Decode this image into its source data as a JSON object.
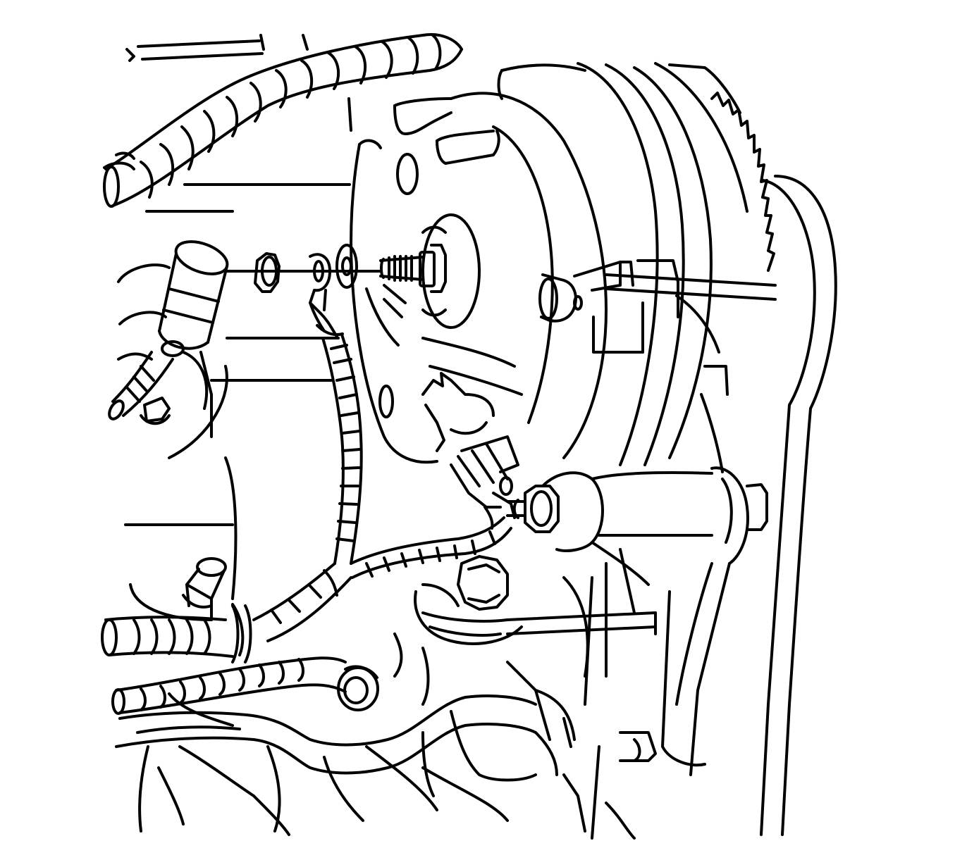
{
  "diagram": {
    "colors": {
      "line": "#000000",
      "background": "#ffffff"
    },
    "components": [
      "alternator",
      "alternator-pulley",
      "drive-belt",
      "battery-terminal-stud",
      "terminal-nut",
      "insulating-washer",
      "battery-cable-ring-terminal",
      "battery-positive-cable",
      "wiring-harness-with-spiral-wrap",
      "upper-spiral-wrapped-hose",
      "lower-hoses",
      "regulator-connector",
      "mounting-bracket",
      "pivot-bolt",
      "adjusting-bolt",
      "engine-block"
    ]
  }
}
